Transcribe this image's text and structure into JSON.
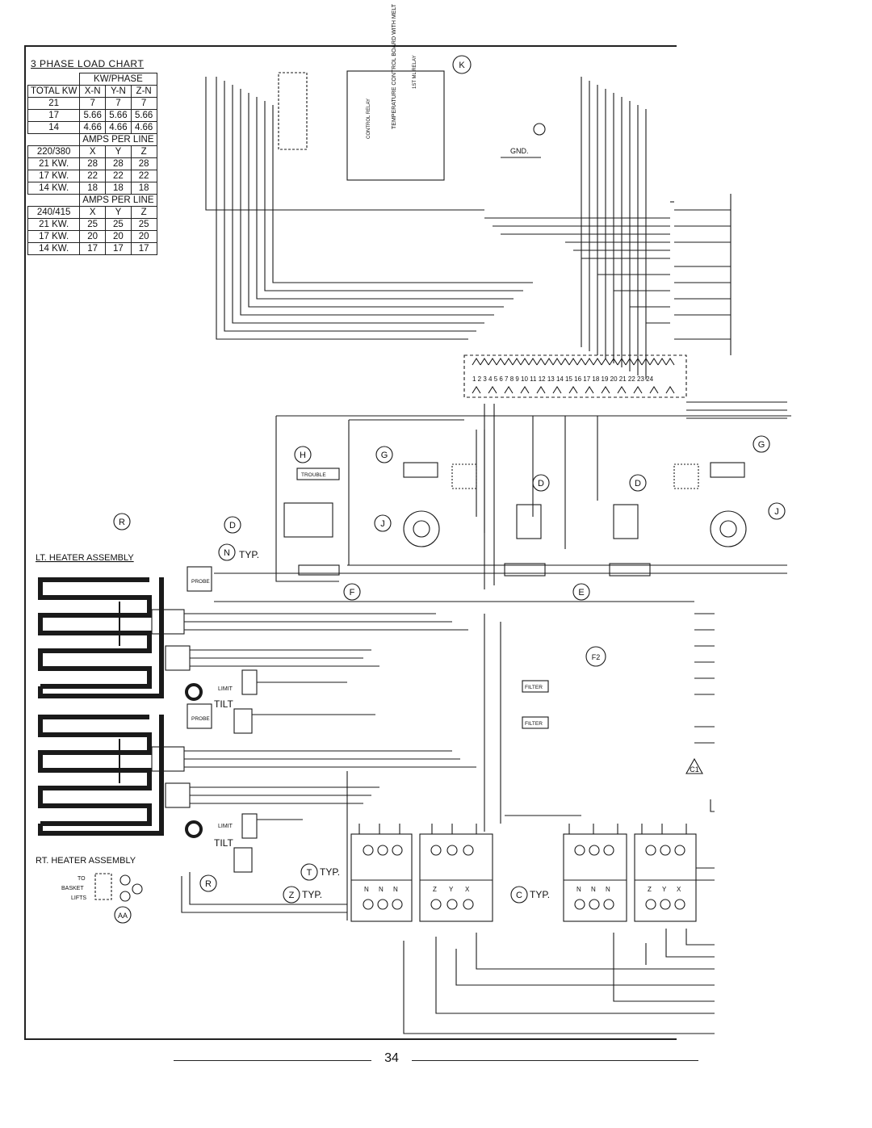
{
  "load_chart": {
    "title": "3 PHASE LOAD CHART",
    "kw_header": "KW/PHASE",
    "columns": [
      "TOTAL KW",
      "X-N",
      "Y-N",
      "Z-N"
    ],
    "kw_rows": [
      [
        "21",
        "7",
        "7",
        "7"
      ],
      [
        "17",
        "5.66",
        "5.66",
        "5.66"
      ],
      [
        "14",
        "4.66",
        "4.66",
        "4.66"
      ]
    ],
    "amps_header": "AMPS PER LINE",
    "group1": {
      "head": [
        "220/380",
        "X",
        "Y",
        "Z"
      ],
      "rows": [
        [
          "21 KW.",
          "28",
          "28",
          "28"
        ],
        [
          "17 KW.",
          "22",
          "22",
          "22"
        ],
        [
          "14 KW.",
          "18",
          "18",
          "18"
        ]
      ]
    },
    "group2": {
      "head": [
        "240/415",
        "X",
        "Y",
        "Z"
      ],
      "rows": [
        [
          "21 KW.",
          "25",
          "25",
          "25"
        ],
        [
          "17 KW.",
          "20",
          "20",
          "20"
        ],
        [
          "14 KW.",
          "17",
          "17",
          "17"
        ]
      ]
    }
  },
  "labels": {
    "lt_heater": "LT. HEATER ASSEMBLY",
    "rt_heater": "RT. HEATER ASSEMBLY",
    "typ": "TYP.",
    "tilt": "TILT",
    "limit": "LIMIT",
    "probe": "PROBE",
    "trouble": "TROUBLE",
    "filter": "FILTER",
    "gnd": "GND.",
    "to_basket_lifts": [
      "TO",
      "BASKET",
      "LIFTS"
    ],
    "board_text": "TEMPERATURE CONTROL BOARD WITH MELT",
    "control_relay": "CONTROL RELAY",
    "melt_relay": "1ST ML RELAY",
    "terminal_numbers": "1 2 3 4 5 6 7 8 9 10 11 12 13 14 15 16 17 18 19 20 21 22 23 24",
    "contactor_lines": [
      "N",
      "N",
      "N",
      "Z",
      "Y",
      "X"
    ]
  },
  "callouts": [
    "K",
    "H",
    "G",
    "D",
    "J",
    "R",
    "N",
    "F",
    "E",
    "F2",
    "C1",
    "T",
    "Z",
    "C",
    "AA"
  ],
  "page_number": "34"
}
